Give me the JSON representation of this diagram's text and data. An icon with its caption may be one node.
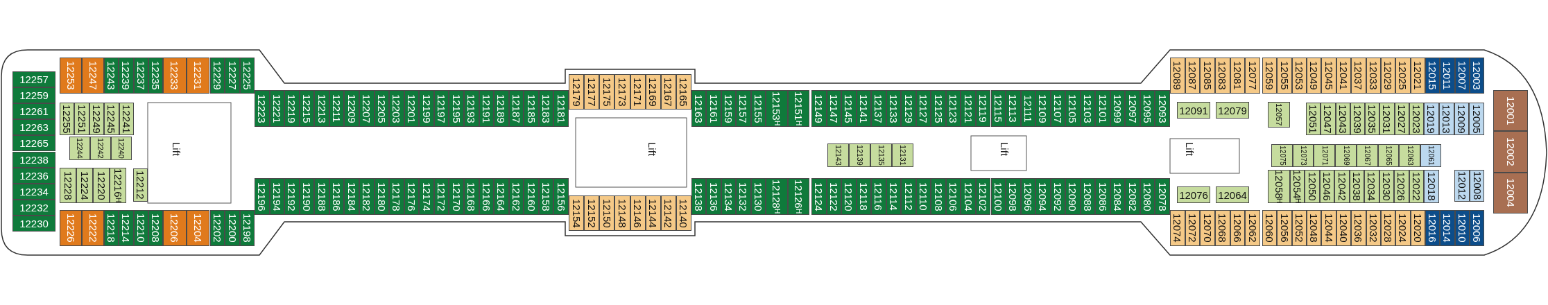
{
  "diagram": {
    "nodes": [
      {
        "text": [
          "12257"
        ]
      },
      {
        "text": [
          "12259"
        ]
      },
      {
        "text": [
          "12261"
        ]
      },
      {
        "text": [
          "12263"
        ]
      },
      {
        "text": [
          "12265"
        ]
      },
      {
        "text": [
          "12238"
        ]
      },
      {
        "text": [
          "12236"
        ]
      },
      {
        "text": [
          "12234"
        ]
      },
      {
        "text": [
          "12232"
        ]
      },
      {
        "text": [
          "12230"
        ]
      },
      {
        "text": [
          "12253"
        ]
      },
      {
        "text": [
          "12247"
        ]
      },
      {
        "text": [
          "12243"
        ]
      },
      {
        "text": [
          "12239"
        ]
      },
      {
        "text": [
          "12237"
        ]
      },
      {
        "text": [
          "12235"
        ]
      },
      {
        "text": [
          "12233"
        ]
      },
      {
        "text": [
          "12231"
        ]
      },
      {
        "text": [
          "12229"
        ]
      },
      {
        "text": [
          "12227"
        ]
      },
      {
        "text": [
          "12225"
        ]
      },
      {
        "text": [
          "12255"
        ]
      },
      {
        "text": [
          "12251"
        ]
      },
      {
        "text": [
          "12249"
        ]
      },
      {
        "text": [
          "12245"
        ]
      },
      {
        "text": [
          "12241"
        ]
      },
      {
        "text": [
          "12244"
        ]
      },
      {
        "text": [
          "12242"
        ]
      },
      {
        "text": [
          "12240"
        ]
      },
      {
        "text": [
          "12228"
        ]
      },
      {
        "text": [
          "12224"
        ]
      },
      {
        "text": [
          "12220"
        ]
      },
      {
        "text": [
          "12216",
          "H"
        ]
      },
      {
        "text": [
          "12212"
        ]
      },
      {
        "text": [
          "12226"
        ]
      },
      {
        "text": [
          "12222"
        ]
      },
      {
        "text": [
          "12218"
        ]
      },
      {
        "text": [
          "12214"
        ]
      },
      {
        "text": [
          "12210"
        ]
      },
      {
        "text": [
          "12208"
        ]
      },
      {
        "text": [
          "12206"
        ]
      },
      {
        "text": [
          "12204"
        ]
      },
      {
        "text": [
          "12202"
        ]
      },
      {
        "text": [
          "12200"
        ]
      },
      {
        "text": [
          "12198"
        ]
      },
      {
        "text": [
          "12223"
        ]
      },
      {
        "text": [
          "12221"
        ]
      },
      {
        "text": [
          "12219"
        ]
      },
      {
        "text": [
          "12215"
        ]
      },
      {
        "text": [
          "12213"
        ]
      },
      {
        "text": [
          "12211"
        ]
      },
      {
        "text": [
          "12209"
        ]
      },
      {
        "text": [
          "12207"
        ]
      },
      {
        "text": [
          "12205"
        ]
      },
      {
        "text": [
          "12203"
        ]
      },
      {
        "text": [
          "12201"
        ]
      },
      {
        "text": [
          "12199"
        ]
      },
      {
        "text": [
          "12197"
        ]
      },
      {
        "text": [
          "12195"
        ]
      },
      {
        "text": [
          "12193"
        ]
      },
      {
        "text": [
          "12191"
        ]
      },
      {
        "text": [
          "12189"
        ]
      },
      {
        "text": [
          "12187"
        ]
      },
      {
        "text": [
          "12185"
        ]
      },
      {
        "text": [
          "12183"
        ]
      },
      {
        "text": [
          "12181"
        ]
      },
      {
        "text": [
          "12179"
        ]
      },
      {
        "text": [
          "12177"
        ]
      },
      {
        "text": [
          "12175"
        ]
      },
      {
        "text": [
          "12173"
        ]
      },
      {
        "text": [
          "12171"
        ]
      },
      {
        "text": [
          "12169"
        ]
      },
      {
        "text": [
          "12167"
        ]
      },
      {
        "text": [
          "12165"
        ]
      },
      {
        "text": [
          "12163"
        ]
      },
      {
        "text": [
          "12161"
        ]
      },
      {
        "text": [
          "12159"
        ]
      },
      {
        "text": [
          "12157"
        ]
      },
      {
        "text": [
          "12155"
        ]
      },
      {
        "text": [
          "12153",
          "H"
        ]
      },
      {
        "text": [
          "12151",
          "H"
        ]
      },
      {
        "text": [
          "12149"
        ]
      },
      {
        "text": [
          "12147"
        ]
      },
      {
        "text": [
          "12145"
        ]
      },
      {
        "text": [
          "12141"
        ]
      },
      {
        "text": [
          "12137"
        ]
      },
      {
        "text": [
          "12133"
        ]
      },
      {
        "text": [
          "12129"
        ]
      },
      {
        "text": [
          "12127"
        ]
      },
      {
        "text": [
          "12125"
        ]
      },
      {
        "text": [
          "12123"
        ]
      },
      {
        "text": [
          "12121"
        ]
      },
      {
        "text": [
          "12119"
        ]
      },
      {
        "text": [
          "12115"
        ]
      },
      {
        "text": [
          "12113"
        ]
      },
      {
        "text": [
          "12111"
        ]
      },
      {
        "text": [
          "12109"
        ]
      },
      {
        "text": [
          "12107"
        ]
      },
      {
        "text": [
          "12105"
        ]
      },
      {
        "text": [
          "12103"
        ]
      },
      {
        "text": [
          "12101"
        ]
      },
      {
        "text": [
          "12099"
        ]
      },
      {
        "text": [
          "12097"
        ]
      },
      {
        "text": [
          "12095"
        ]
      },
      {
        "text": [
          "12093"
        ]
      },
      {
        "text": [
          "12196"
        ]
      },
      {
        "text": [
          "12194"
        ]
      },
      {
        "text": [
          "12192"
        ]
      },
      {
        "text": [
          "12190"
        ]
      },
      {
        "text": [
          "12188"
        ]
      },
      {
        "text": [
          "12186"
        ]
      },
      {
        "text": [
          "12184"
        ]
      },
      {
        "text": [
          "12182"
        ]
      },
      {
        "text": [
          "12180"
        ]
      },
      {
        "text": [
          "12178"
        ]
      },
      {
        "text": [
          "12176"
        ]
      },
      {
        "text": [
          "12174"
        ]
      },
      {
        "text": [
          "12172"
        ]
      },
      {
        "text": [
          "12170"
        ]
      },
      {
        "text": [
          "12168"
        ]
      },
      {
        "text": [
          "12166"
        ]
      },
      {
        "text": [
          "12164"
        ]
      },
      {
        "text": [
          "12162"
        ]
      },
      {
        "text": [
          "12160"
        ]
      },
      {
        "text": [
          "12158"
        ]
      },
      {
        "text": [
          "12156"
        ]
      },
      {
        "text": [
          "12154"
        ]
      },
      {
        "text": [
          "12152"
        ]
      },
      {
        "text": [
          "12150"
        ]
      },
      {
        "text": [
          "12148"
        ]
      },
      {
        "text": [
          "12146"
        ]
      },
      {
        "text": [
          "12144"
        ]
      },
      {
        "text": [
          "12142"
        ]
      },
      {
        "text": [
          "12140"
        ]
      },
      {
        "text": [
          "12138"
        ]
      },
      {
        "text": [
          "12136"
        ]
      },
      {
        "text": [
          "12134"
        ]
      },
      {
        "text": [
          "12132"
        ]
      },
      {
        "text": [
          "12130"
        ]
      },
      {
        "text": [
          "12128",
          "H"
        ]
      },
      {
        "text": [
          "12126",
          "H"
        ]
      },
      {
        "text": [
          "12124"
        ]
      },
      {
        "text": [
          "12122"
        ]
      },
      {
        "text": [
          "12120"
        ]
      },
      {
        "text": [
          "12118"
        ]
      },
      {
        "text": [
          "12116"
        ]
      },
      {
        "text": [
          "12114"
        ]
      },
      {
        "text": [
          "12112"
        ]
      },
      {
        "text": [
          "12110"
        ]
      },
      {
        "text": [
          "12108"
        ]
      },
      {
        "text": [
          "12106"
        ]
      },
      {
        "text": [
          "12104"
        ]
      },
      {
        "text": [
          "12102"
        ]
      },
      {
        "text": [
          "12100"
        ]
      },
      {
        "text": [
          "12098"
        ]
      },
      {
        "text": [
          "12096"
        ]
      },
      {
        "text": [
          "12094"
        ]
      },
      {
        "text": [
          "12092"
        ]
      },
      {
        "text": [
          "12090"
        ]
      },
      {
        "text": [
          "12088"
        ]
      },
      {
        "text": [
          "12086"
        ]
      },
      {
        "text": [
          "12084"
        ]
      },
      {
        "text": [
          "12082"
        ]
      },
      {
        "text": [
          "12080"
        ]
      },
      {
        "text": [
          "12078"
        ]
      },
      {
        "text": [
          "12143"
        ]
      },
      {
        "text": [
          "12139"
        ]
      },
      {
        "text": [
          "12135"
        ]
      },
      {
        "text": [
          "12131"
        ]
      },
      {
        "text": [
          "12089"
        ]
      },
      {
        "text": [
          "12087"
        ]
      },
      {
        "text": [
          "12085"
        ]
      },
      {
        "text": [
          "12083"
        ]
      },
      {
        "text": [
          "12081"
        ]
      },
      {
        "text": [
          "12077"
        ]
      },
      {
        "text": [
          "12059"
        ]
      },
      {
        "text": [
          "12055"
        ]
      },
      {
        "text": [
          "12053"
        ]
      },
      {
        "text": [
          "12049"
        ]
      },
      {
        "text": [
          "12045"
        ]
      },
      {
        "text": [
          "12041"
        ]
      },
      {
        "text": [
          "12037"
        ]
      },
      {
        "text": [
          "12033"
        ]
      },
      {
        "text": [
          "12029"
        ]
      },
      {
        "text": [
          "12025"
        ]
      },
      {
        "text": [
          "12021"
        ]
      },
      {
        "text": [
          "12015"
        ]
      },
      {
        "text": [
          "12011"
        ]
      },
      {
        "text": [
          "12007"
        ]
      },
      {
        "text": [
          "12003"
        ]
      },
      {
        "text": [
          "12091"
        ]
      },
      {
        "text": [
          "12079"
        ]
      },
      {
        "text": [
          "12057"
        ]
      },
      {
        "text": [
          "12051"
        ]
      },
      {
        "text": [
          "12047"
        ]
      },
      {
        "text": [
          "12043"
        ]
      },
      {
        "text": [
          "12039"
        ]
      },
      {
        "text": [
          "12035"
        ]
      },
      {
        "text": [
          "12031"
        ]
      },
      {
        "text": [
          "12027"
        ]
      },
      {
        "text": [
          "12023"
        ]
      },
      {
        "text": [
          "12019"
        ]
      },
      {
        "text": [
          "12013"
        ]
      },
      {
        "text": [
          "12009"
        ]
      },
      {
        "text": [
          "12005"
        ]
      },
      {
        "text": [
          "12075"
        ]
      },
      {
        "text": [
          "12073"
        ]
      },
      {
        "text": [
          "12071"
        ]
      },
      {
        "text": [
          "12069"
        ]
      },
      {
        "text": [
          "12067"
        ]
      },
      {
        "text": [
          "12065"
        ]
      },
      {
        "text": [
          "12063"
        ]
      },
      {
        "text": [
          "12061"
        ]
      },
      {
        "text": [
          "12058",
          "H"
        ]
      },
      {
        "text": [
          "12054",
          "H"
        ]
      },
      {
        "text": [
          "12050"
        ]
      },
      {
        "text": [
          "12046"
        ]
      },
      {
        "text": [
          "12042"
        ]
      },
      {
        "text": [
          "12038"
        ]
      },
      {
        "text": [
          "12034"
        ]
      },
      {
        "text": [
          "12030"
        ]
      },
      {
        "text": [
          "12026"
        ]
      },
      {
        "text": [
          "12022"
        ]
      },
      {
        "text": [
          "12018"
        ]
      },
      {
        "text": [
          "12012"
        ]
      },
      {
        "text": [
          "12008"
        ]
      },
      {
        "text": [
          "12076"
        ]
      },
      {
        "text": [
          "12064"
        ]
      },
      {
        "text": [
          "12074"
        ]
      },
      {
        "text": [
          "12072"
        ]
      },
      {
        "text": [
          "12070"
        ]
      },
      {
        "text": [
          "12068"
        ]
      },
      {
        "text": [
          "12066"
        ]
      },
      {
        "text": [
          "12062"
        ]
      },
      {
        "text": [
          "12060"
        ]
      },
      {
        "text": [
          "12056"
        ]
      },
      {
        "text": [
          "12052"
        ]
      },
      {
        "text": [
          "12048"
        ]
      },
      {
        "text": [
          "12044"
        ]
      },
      {
        "text": [
          "12040"
        ]
      },
      {
        "text": [
          "12036"
        ]
      },
      {
        "text": [
          "12032"
        ]
      },
      {
        "text": [
          "12028"
        ]
      },
      {
        "text": [
          "12024"
        ]
      },
      {
        "text": [
          "12020"
        ]
      },
      {
        "text": [
          "12016"
        ]
      },
      {
        "text": [
          "12014"
        ]
      },
      {
        "text": [
          "12010"
        ]
      },
      {
        "text": [
          "12006"
        ]
      },
      {
        "text": [
          "12001"
        ]
      },
      {
        "text": [
          "12002"
        ]
      },
      {
        "text": [
          "12004"
        ]
      }
    ],
    "labels": [
      "Lift",
      "Lift",
      "Lift",
      "Lift"
    ]
  }
}
